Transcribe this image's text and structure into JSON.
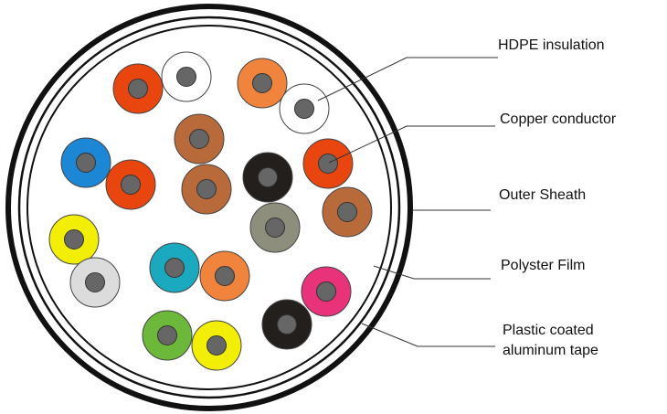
{
  "labels": {
    "hdpe": "HDPE insulation",
    "copper": "Copper conductor",
    "outer_sheath": "Outer Sheath",
    "polyster": "Polyster Film",
    "tape_line1": "Plastic coated",
    "tape_line2": "aluminum tape"
  },
  "colors": {
    "core": "#666666",
    "sheath": "#111111",
    "leader": "#333333"
  },
  "conductors": [
    {
      "color": "#e8450f"
    },
    {
      "color": "#ffffff"
    },
    {
      "color": "#f0843c"
    },
    {
      "color": "#ffffff"
    },
    {
      "color": "#b96a3b"
    },
    {
      "color": "#1b87d5"
    },
    {
      "color": "#e8450f"
    },
    {
      "color": "#b96a3b"
    },
    {
      "color": "#231f1c"
    },
    {
      "color": "#e8450f"
    },
    {
      "color": "#b96a3b"
    },
    {
      "color": "#8e8e7c"
    },
    {
      "color": "#f2ee05"
    },
    {
      "color": "#dcdcdc"
    },
    {
      "color": "#1aa9be"
    },
    {
      "color": "#f0843c"
    },
    {
      "color": "#e8337a"
    },
    {
      "color": "#231f1c"
    },
    {
      "color": "#6cb83a"
    },
    {
      "color": "#f2ee05"
    }
  ]
}
